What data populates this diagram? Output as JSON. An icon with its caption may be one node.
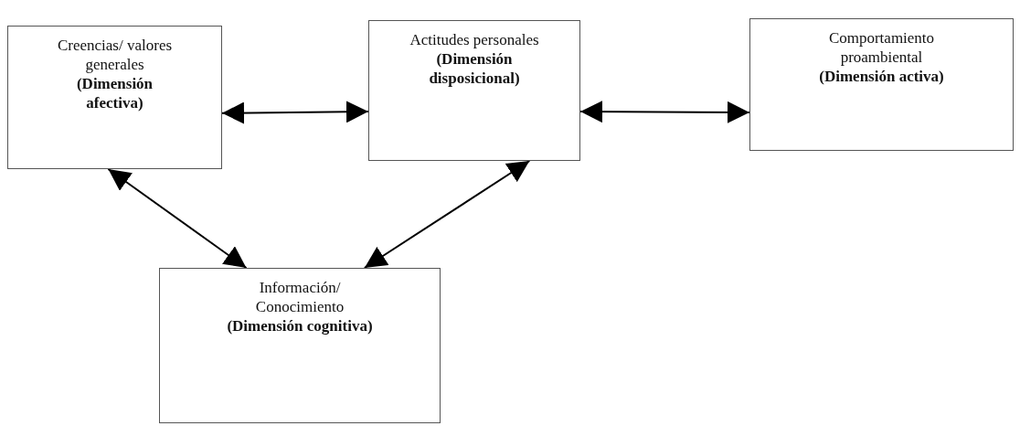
{
  "diagram": {
    "nodes": [
      {
        "text": [
          "Creencias/ valores generales",
          "(Dimensión afectiva)"
        ]
      },
      {
        "text": [
          "Actitudes personales",
          "(Dimensión disposicional)"
        ]
      },
      {
        "text": [
          "Comportamiento proambiental",
          "(Dimensión activa)"
        ]
      },
      {
        "text": [
          "Información/ Conocimiento",
          "(Dimensión cognitiva)"
        ]
      }
    ],
    "edges": [
      {
        "from": 0,
        "to": 1,
        "arrow": "both"
      },
      {
        "from": 1,
        "to": 2,
        "arrow": "both"
      },
      {
        "from": 0,
        "to": 3,
        "arrow": "both"
      },
      {
        "from": 1,
        "to": 3,
        "arrow": "both"
      }
    ]
  }
}
